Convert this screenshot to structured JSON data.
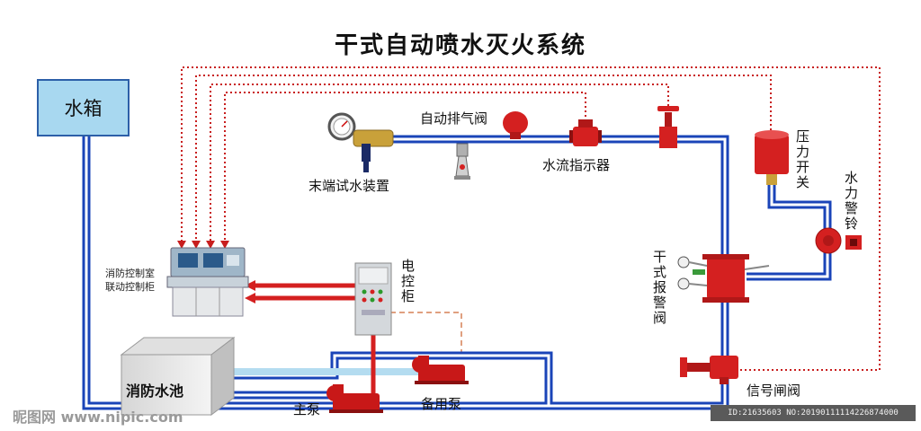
{
  "title": "干式自动喷水灭火系统",
  "labels": {
    "water_tank": "水箱",
    "air_release_valve": "自动排气阀",
    "water_flow_indicator": "水流指示器",
    "end_test_device": "末端试水装置",
    "pressure_switch": "压力开关",
    "water_motor_alarm": "水力警铃",
    "dry_alarm_valve": "干式报警阀",
    "control_room_line1": "消防控制室",
    "control_room_line2": "联动控制柜",
    "electric_cabinet": "电控柜",
    "fire_pool": "消防水池",
    "main_pump": "主泵",
    "standby_pump": "备用泵",
    "signal_gate_valve": "信号闸阀"
  },
  "watermark": "昵图网 www.nipic.com",
  "image_id": "ID:21635603 NO:20190111114226874000",
  "colors": {
    "pipe_blue": "#1a44b8",
    "pipe_red": "#d42020",
    "signal_red": "#c81e1e",
    "tank_fill": "#a8d8f0",
    "valve_red": "#d32020"
  }
}
